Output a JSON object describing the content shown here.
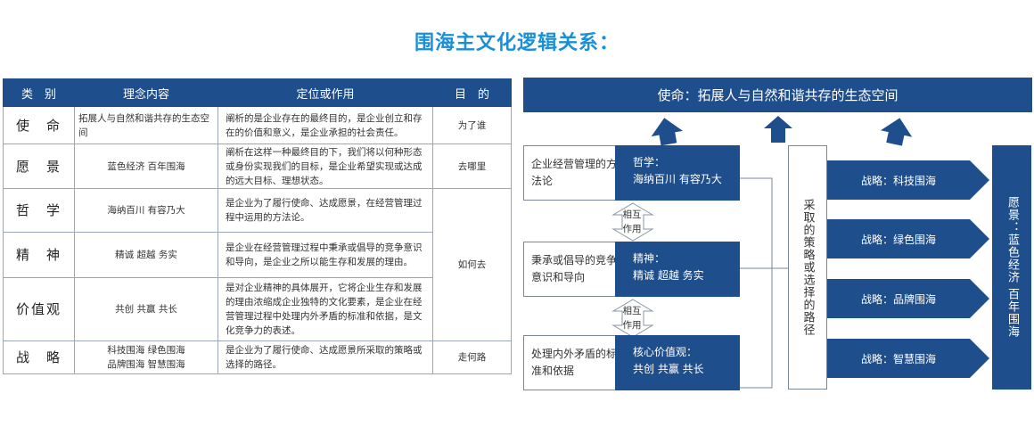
{
  "title": "围海主文化逻辑关系：",
  "table": {
    "headers": [
      "类　别",
      "理念内容",
      "定位或作用",
      "目　的"
    ],
    "rows": [
      {
        "category": "使　命",
        "content": "拓展人与自然和谐共存的生态空间",
        "position": "阐析的是企业存在的最终目的，是企业创立和存在的价值和意义，是企业承担的社会责任。",
        "goal": "为了谁"
      },
      {
        "category": "愿　景",
        "content": "蓝色经济  百年围海",
        "position": "阐析在这样一种最终目的下，我们将以何种形态或身份实现我们的目标，是企业希望实现或达成的远大目标、理想状态。",
        "goal": "去哪里"
      },
      {
        "category": "哲　学",
        "content": "海纳百川  有容乃大",
        "position": "是企业为了履行使命、达成愿景，在经营管理过程中运用的方法论。",
        "goal": "如何去"
      },
      {
        "category": "精　神",
        "content": "精诚  超越  务实",
        "position": "是企业在经营管理过程中秉承或倡导的竞争意识和导向，是企业之所以能生存和发展的理由。",
        "goal": ""
      },
      {
        "category": "价值观",
        "content": "共创  共赢  共长",
        "position": "是对企业精神的具体展开，它将企业生存和发展的理由浓缩成企业独特的文化要素，是企业在经营管理过程中处理内外矛盾的标准和依据，是文化竞争力的表述。",
        "goal": ""
      },
      {
        "category": "战　略",
        "content_lines": [
          "科技围海  绿色围海",
          "品牌围海  智慧围海"
        ],
        "position": "是企业为了履行使命、达成愿景所采取的策略或选择的路径。",
        "goal": "走何路"
      }
    ]
  },
  "diagram": {
    "mission": "使命：拓展人与自然和谐共存的生态空间",
    "boxes": [
      {
        "label": "企业经营管理的方法论",
        "value_title": "哲学：",
        "value": "海纳百川  有容乃大"
      },
      {
        "label": "秉承或倡导的竞争意识和导向",
        "value_title": "精神：",
        "value": "精诚  超越  务实"
      },
      {
        "label": "处理内外矛盾的标准和依据",
        "value_title": "核心价值观：",
        "value": "共创  共赢  共长"
      }
    ],
    "mutual": [
      "相互\n作用",
      "相互\n作用"
    ],
    "path": "采取的策略或选择的路径",
    "strategies": [
      "战略：科技围海",
      "战略：绿色围海",
      "战略：品牌围海",
      "战略：智慧围海"
    ],
    "vision": "愿景：蓝色经济  百年围海"
  },
  "colors": {
    "navy": "#1f4e8c",
    "title": "#1a8fd6",
    "border": "#7a8796"
  }
}
